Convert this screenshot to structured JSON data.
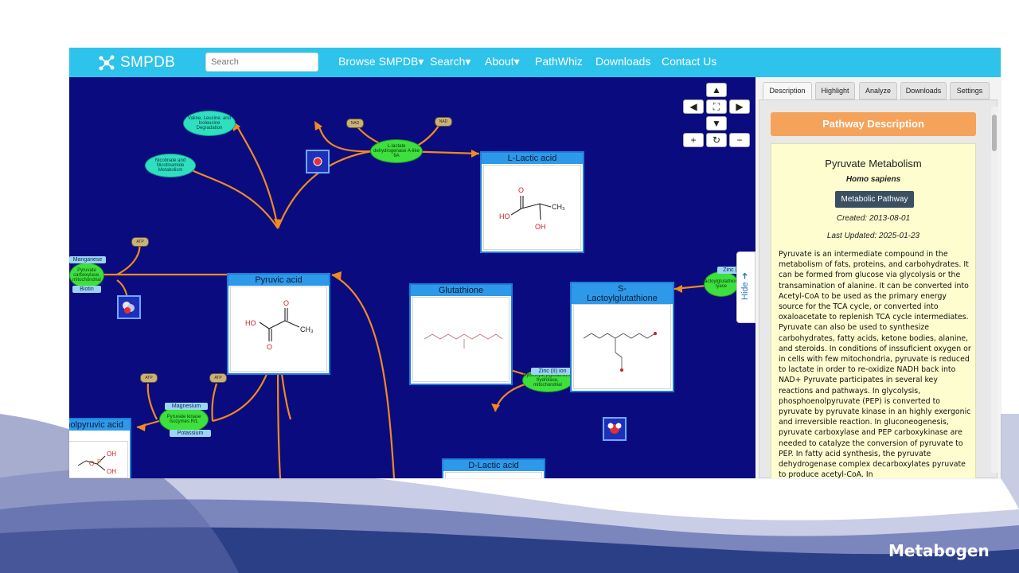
{
  "app": {
    "brand": "SMPDB",
    "search_placeholder": "Search",
    "nav": [
      "Browse SMPDB▾",
      "Search▾",
      "About▾",
      "PathWhiz",
      "Downloads",
      "Contact Us"
    ]
  },
  "map": {
    "compounds": {
      "pyruvic": "Pyruvic acid",
      "lactic": "L-Lactic acid",
      "glutathione": "Glutathione",
      "lactoylglutathione": "S-\nLactoylglutathione",
      "d_lactic": "D-Lactic acid",
      "pep": "Phosphoenolpyruvic acid"
    },
    "ellipses": {
      "val_leu": "Valine, Leucine, and Isoleucine Degradation",
      "nicotinate": "Nicotinate and Nicotinamide Metabolism",
      "ldh": "L-lactate dehydrogenase A-like 6A",
      "pyr_carbox": "Pyruvate carboxylase, mitochondrial",
      "pyr_kinase": "Pyruvate kinase isozymes R/L",
      "hydrolase": "Hydroxyacylglutathione hydrolase, mitochondrial",
      "lyase": "Lactoylglutathione lyase"
    },
    "tags": {
      "manganese": "Manganese",
      "biotin": "Biotin",
      "magnesium": "Magnesium",
      "potassium": "Potassium",
      "zinc_ion": "Zinc (II) ion",
      "zinc_short": "Zinc ("
    },
    "cofactor_label": "ATP",
    "nad_label": "NAD",
    "controls": {
      "up": "▲",
      "down": "▼",
      "left": "◀",
      "right": "▶",
      "fit": "⛶",
      "zoom_in": "+",
      "reset": "↻",
      "zoom_out": "−"
    }
  },
  "panel": {
    "tabs": [
      "Description",
      "Highlight",
      "Analyze",
      "Downloads",
      "Settings"
    ],
    "active_tab": "Description",
    "header": "Pathway Description",
    "pathway_name": "Pyruvate Metabolism",
    "species": "Homo sapiens",
    "type_button": "Metabolic Pathway",
    "created": "Created: 2013-08-01",
    "updated": "Last Updated: 2025-01-23",
    "description": "Pyruvate is an intermediate compound in the metabolism of fats, proteins, and carbohydrates. It can be formed from glucose via glycolysis or the transamination of alanine. It can be converted into Acetyl-CoA to be used as the primary energy source for the TCA cycle, or converted into oxaloacetate to replenish TCA cycle intermediates. Pyruvate can also be used to synthesize carbohydrates, fatty acids, ketone bodies, alanine, and steroids. In conditions of inssuficient oxygen or in cells with few mitochondria, pyruvate is reduced to lactate in order to re-oxidize NADH back into NAD+ Pyruvate participates in several key reactions and pathways. In glycolysis, phosphoenolpyruvate (PEP) is converted to pyruvate by pyruvate kinase in an highly exergonic and irreversible reaction. In gluconeogenesis, pyruvate carboxylase and PEP carboxykinase are needed to catalyze the conversion of pyruvate to PEP. In fatty acid synthesis, the pyruvate dehydrogenase complex decarboxylates pyruvate to produce acetyl-CoA. In",
    "hide_label": "Hide ➜"
  },
  "footer": {
    "brand": "Metabogen"
  },
  "colors": {
    "navbar": "#2ec3ea",
    "canvas": "#0b0b80",
    "edge": "#f08a1e",
    "header": "#f5a35b",
    "card": "#fdfdcf",
    "slide_wave": "#2b3f86"
  }
}
